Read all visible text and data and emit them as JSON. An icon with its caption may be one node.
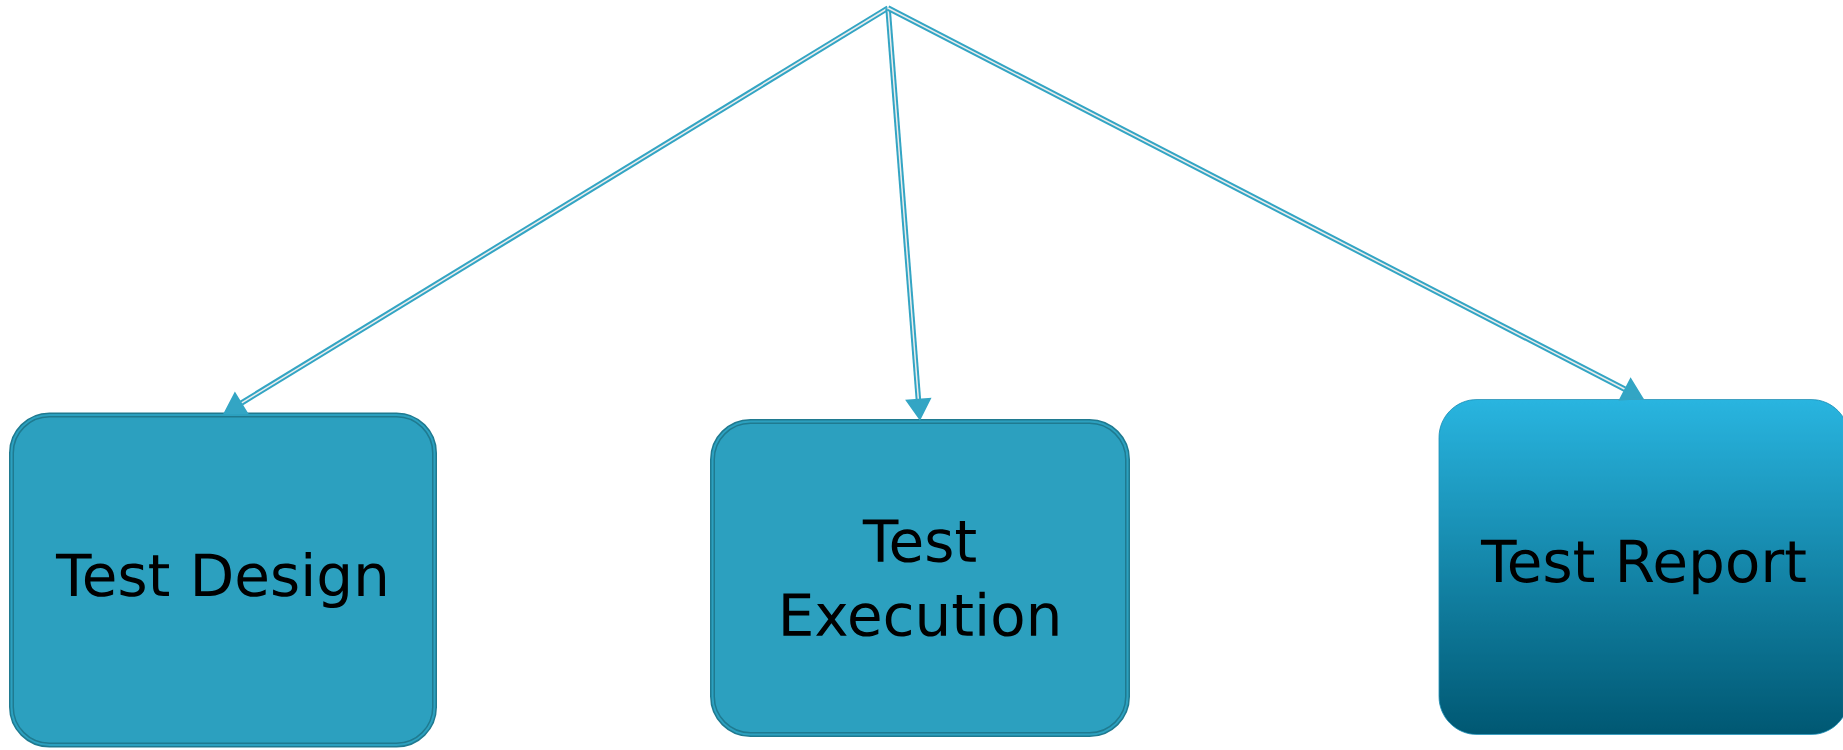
{
  "diagram": {
    "nodes": [
      {
        "text": [
          "Test Design"
        ]
      },
      {
        "text": [
          "Test Execution"
        ]
      },
      {
        "text": [
          "Test Report"
        ]
      }
    ],
    "edges": [
      {
        "from": null,
        "to": 0,
        "arrow": "to"
      },
      {
        "from": null,
        "to": 1,
        "arrow": "to"
      },
      {
        "from": null,
        "to": 2,
        "arrow": "to"
      }
    ]
  }
}
